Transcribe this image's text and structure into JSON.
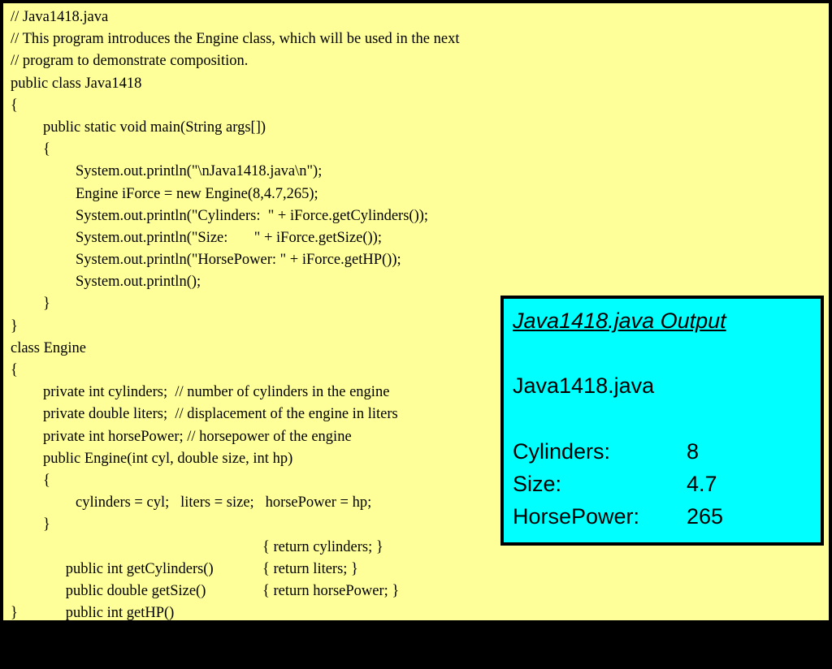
{
  "colors": {
    "slide_background": "#ffff99",
    "output_background": "#00ffff",
    "border": "#000000"
  },
  "code_lines": [
    "// Java1418.java",
    "// This program introduces the Engine class, which will be used in the next",
    "// program to demonstrate composition.",
    "public class Java1418",
    "{",
    "public static void main(String args[])",
    "{",
    "System.out.println(\"\\nJava1418.java\\n\");",
    "Engine iForce = new Engine(8,4.7,265);",
    "System.out.println(\"Cylinders:  \" + iForce.getCylinders());",
    "System.out.println(\"Size:       \" + iForce.getSize());",
    "System.out.println(\"HorsePower: \" + iForce.getHP());",
    "System.out.println();",
    "}",
    "}",
    "class Engine",
    "{",
    "private int cylinders;  // number of cylinders in the engine",
    "private double liters;  // displacement of the engine in liters",
    "private int horsePower; // horsepower of the engine",
    "public Engine(int cyl, double size, int hp)",
    "{",
    "cylinders = cyl;   liters = size;   horsePower = hp;",
    "}",
    "public int getCylinders()",
    "public double getSize()",
    "public int getHP()",
    "}"
  ],
  "method_bodies": {
    "getCylinders": "{ return cylinders; }",
    "getSize": "{ return liters; }",
    "getHP": "{ return horsePower; }"
  },
  "output": {
    "title": "Java1418.java Output",
    "filename": "Java1418.java",
    "rows": [
      {
        "label": "Cylinders:",
        "value": "8"
      },
      {
        "label": "Size:",
        "value": "4.7"
      },
      {
        "label": "HorsePower:",
        "value": "265"
      }
    ]
  }
}
